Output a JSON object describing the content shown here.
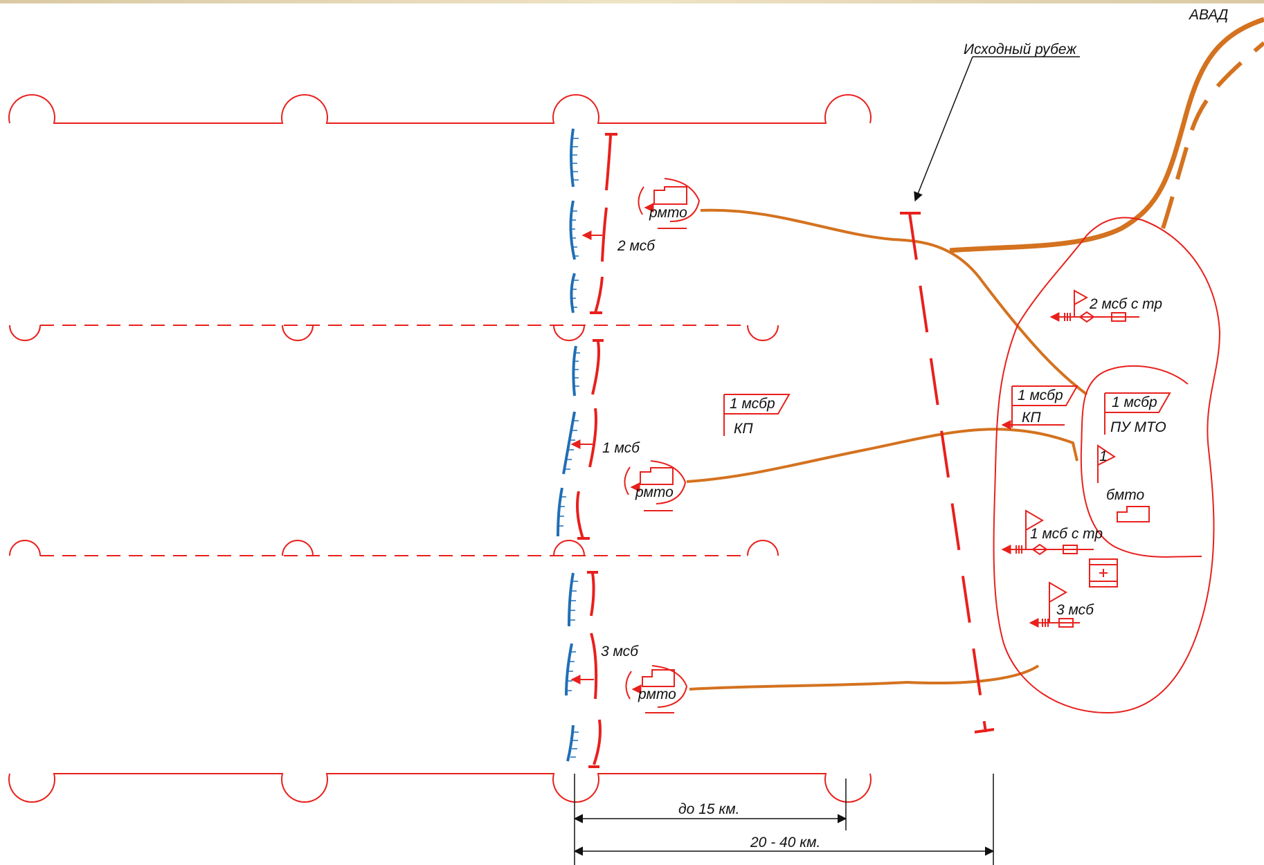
{
  "colors": {
    "boundary": "#e8201c",
    "route": "#d4721f",
    "blue": "#1f6fb5",
    "text": "#111111"
  },
  "labels": {
    "avad": "АВАД",
    "start_line": "Исходный рубеж",
    "bn2": "2 мсб",
    "bn1": "1 мсб",
    "bn3": "3 мсб",
    "rmto": "рмто",
    "bn2_col": "2 мсб с тр",
    "bn1_col": "1 мсб с тр",
    "bn3_col": "3 мсб",
    "brigade_cp_top": "1 мсбр",
    "brigade_cp_bottom": "КП",
    "cp2_top": "1 мсбр",
    "cp2_bottom": "КП",
    "pu_top": "1 мсбр",
    "pu_bottom": "ПУ МТО",
    "flag_num": "1",
    "bmto": "бмто",
    "dist1": "до 15 км.",
    "dist2": "20 - 40 км."
  },
  "icons": [
    "flag-icon",
    "column-arrow-icon",
    "medical-cross-icon",
    "unit-box-icon",
    "arrow-icon"
  ]
}
